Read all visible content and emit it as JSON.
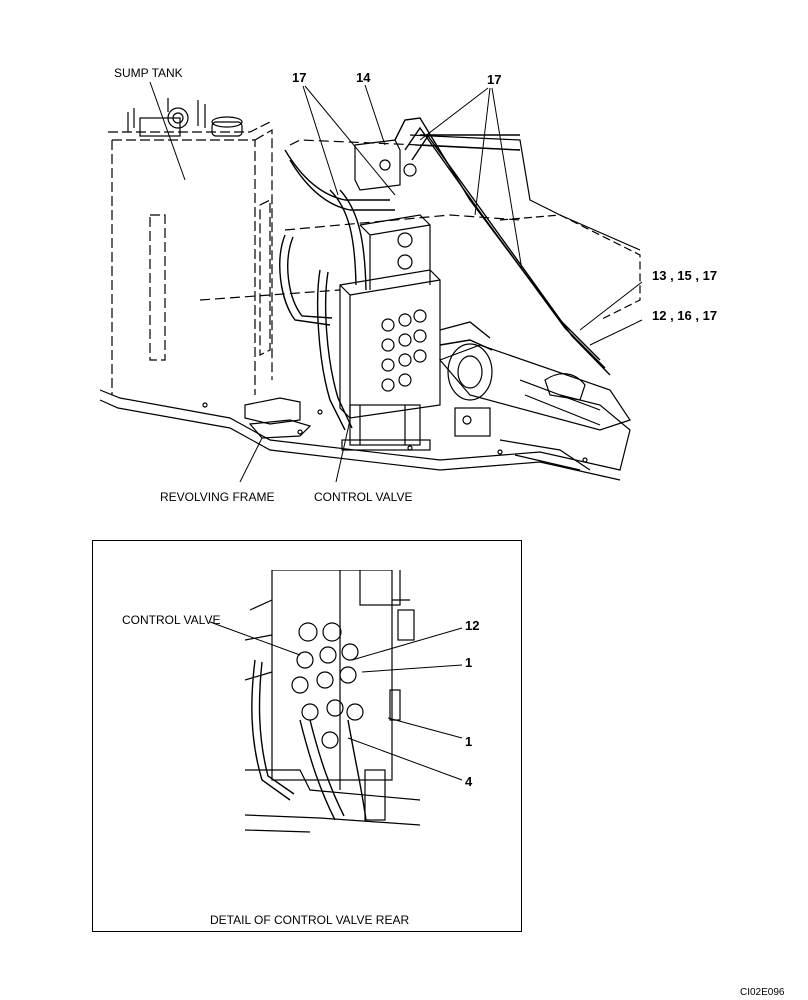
{
  "figure": {
    "labels": {
      "sump_tank": "SUMP TANK",
      "revolving_frame": "REVOLVING FRAME",
      "control_valve_main": "CONTROL VALVE",
      "control_valve_detail": "CONTROL VALVE",
      "detail_caption": "DETAIL OF CONTROL VALVE REAR",
      "figure_code": "CI02E096"
    },
    "callouts": {
      "c17_left": "17",
      "c14": "14",
      "c17_right": "17",
      "c13_15_17": "13 , 15 , 17",
      "c12_16_17": "12 , 16 , 17",
      "d12": "12",
      "d1_top": "1",
      "d1_bottom": "1",
      "d4": "4"
    }
  }
}
